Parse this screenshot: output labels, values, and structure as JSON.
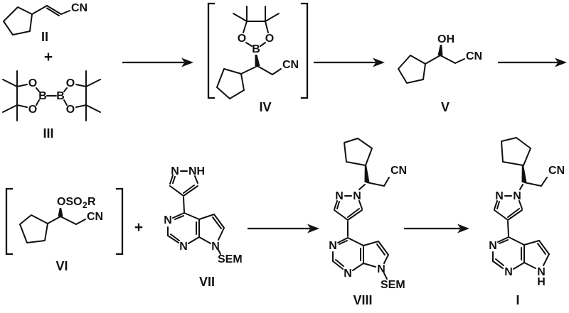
{
  "colors": {
    "ink": "#111111",
    "background": "#ffffff"
  },
  "operators": {
    "plus_top": "+",
    "plus_bottom": "+"
  },
  "compounds": {
    "II": {
      "label": "II",
      "cn": "CN"
    },
    "III": {
      "label": "III",
      "b_left": "B",
      "b_right": "B",
      "o_top_left": "O",
      "o_bottom_left": "O",
      "o_top_right": "O",
      "o_bottom_right": "O"
    },
    "IV": {
      "label": "IV",
      "b": "B",
      "o_left": "O",
      "o_right": "O",
      "cn": "CN"
    },
    "V": {
      "label": "V",
      "oh": "OH",
      "cn": "CN"
    },
    "VI": {
      "label": "VI",
      "sulfonate_main": "OSO",
      "sulfonate_sub": "2",
      "sulfonate_r": "R",
      "cn": "CN"
    },
    "VII": {
      "label": "VII",
      "pyrazole_n2": "N",
      "pyrazole_n1h": "NH",
      "pyrimidine_n1": "N",
      "pyrimidine_n3": "N",
      "pyrrole_n7": "N",
      "sem": "SEM"
    },
    "VIII": {
      "label": "VIII",
      "cn": "CN",
      "pyrazole_n2": "N",
      "pyrazole_n1": "N",
      "pyrimidine_n1": "N",
      "pyrimidine_n3": "N",
      "pyrrole_n7": "N",
      "sem": "SEM"
    },
    "I": {
      "label": "I",
      "cn": "CN",
      "pyrazole_n2": "N",
      "pyrazole_n1": "N",
      "pyrimidine_n1": "N",
      "pyrimidine_n3": "N",
      "pyrrole_n7": "N",
      "pyrrole_nh_h": "H"
    }
  }
}
